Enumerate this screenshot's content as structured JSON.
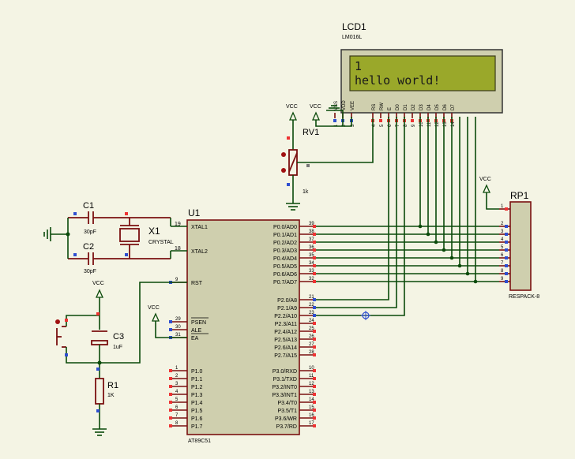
{
  "lcd": {
    "ref": "LCD1",
    "model": "LM016L",
    "line1": "1",
    "line2": "hello world!",
    "pins": [
      "VSS",
      "VDD",
      "VEE",
      "RS",
      "RW",
      "E",
      "D0",
      "D1",
      "D2",
      "D3",
      "D4",
      "D5",
      "D6",
      "D7"
    ],
    "pin_numbers": [
      "1",
      "2",
      "3",
      "4",
      "5",
      "6",
      "7",
      "8",
      "9",
      "10",
      "11",
      "12",
      "13",
      "14"
    ]
  },
  "u1": {
    "ref": "U1",
    "model": "AT89C51",
    "left_pins": [
      {
        "name": "XTAL1",
        "num": "19"
      },
      {
        "name": "XTAL2",
        "num": "18"
      },
      {
        "name": "RST",
        "num": "9"
      },
      {
        "name": "PSEN",
        "num": "29"
      },
      {
        "name": "ALE",
        "num": "30"
      },
      {
        "name": "EA",
        "num": "31"
      },
      {
        "name": "P1.0",
        "num": "1"
      },
      {
        "name": "P1.1",
        "num": "2"
      },
      {
        "name": "P1.2",
        "num": "3"
      },
      {
        "name": "P1.3",
        "num": "4"
      },
      {
        "name": "P1.4",
        "num": "5"
      },
      {
        "name": "P1.5",
        "num": "6"
      },
      {
        "name": "P1.6",
        "num": "7"
      },
      {
        "name": "P1.7",
        "num": "8"
      }
    ],
    "right_pins": [
      {
        "name": "P0.0/AD0",
        "num": "39"
      },
      {
        "name": "P0.1/AD1",
        "num": "38"
      },
      {
        "name": "P0.2/AD2",
        "num": "37"
      },
      {
        "name": "P0.3/AD3",
        "num": "36"
      },
      {
        "name": "P0.4/AD4",
        "num": "35"
      },
      {
        "name": "P0.5/AD5",
        "num": "34"
      },
      {
        "name": "P0.6/AD6",
        "num": "33"
      },
      {
        "name": "P0.7/AD7",
        "num": "32"
      },
      {
        "name": "P2.0/A8",
        "num": "21"
      },
      {
        "name": "P2.1/A9",
        "num": "22"
      },
      {
        "name": "P2.2/A10",
        "num": "23"
      },
      {
        "name": "P2.3/A11",
        "num": "24"
      },
      {
        "name": "P2.4/A12",
        "num": "25"
      },
      {
        "name": "P2.5/A13",
        "num": "26"
      },
      {
        "name": "P2.6/A14",
        "num": "27"
      },
      {
        "name": "P2.7/A15",
        "num": "28"
      },
      {
        "name": "P3.0/RXD",
        "num": "10"
      },
      {
        "name": "P3.1/TXD",
        "num": "11"
      },
      {
        "name": "P3.2/INT0",
        "num": "12"
      },
      {
        "name": "P3.3/INT1",
        "num": "13"
      },
      {
        "name": "P3.4/T0",
        "num": "14"
      },
      {
        "name": "P3.5/T1",
        "num": "15"
      },
      {
        "name": "P3.6/WR",
        "num": "16"
      },
      {
        "name": "P3.7/RD",
        "num": "17"
      }
    ]
  },
  "rp1": {
    "ref": "RP1",
    "model": "RESPACK-8",
    "pins": [
      "1",
      "2",
      "3",
      "4",
      "5",
      "6",
      "7",
      "8",
      "9"
    ]
  },
  "rv1": {
    "ref": "RV1",
    "value": "1k"
  },
  "c1": {
    "ref": "C1",
    "value": "30pF"
  },
  "c2": {
    "ref": "C2",
    "value": "30pF"
  },
  "c3": {
    "ref": "C3",
    "value": "1uF"
  },
  "r1": {
    "ref": "R1",
    "value": "1K"
  },
  "x1": {
    "ref": "X1",
    "model": "CRYSTAL"
  },
  "vcc": "VCC",
  "colors": {
    "background": "#f4f4e4",
    "wire": "#0a4a0a",
    "component": "#7a1010",
    "chip_fill": "#cfcfae",
    "lcd_screen": "#9aa82a"
  }
}
